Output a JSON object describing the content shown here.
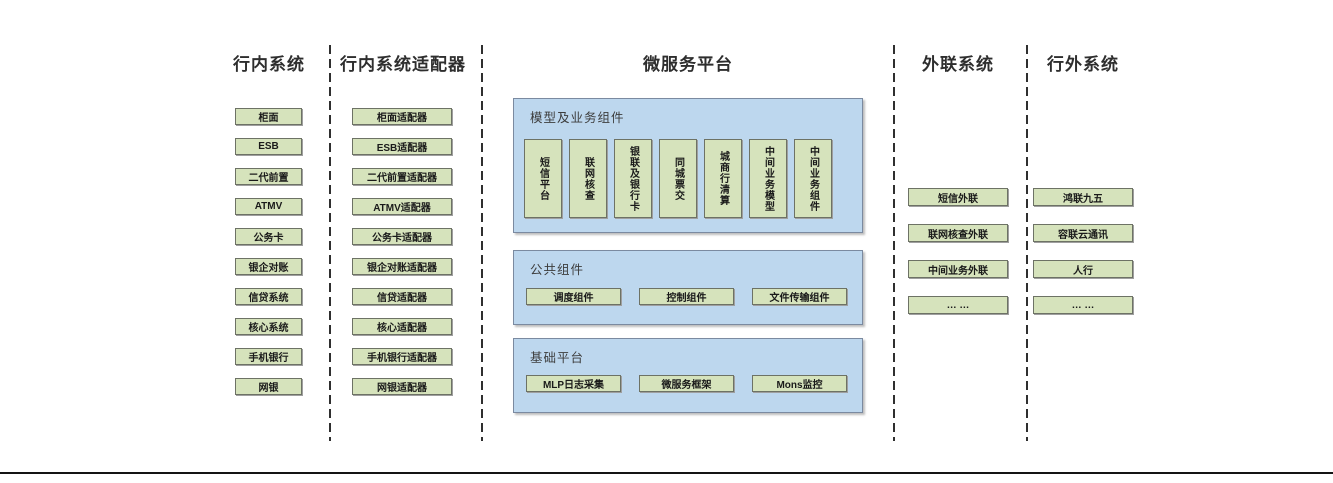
{
  "columns": [
    {
      "title": "行内系统",
      "items": [
        "柜面",
        "ESB",
        "二代前置",
        "ATMV",
        "公务卡",
        "银企对账",
        "信贷系统",
        "核心系统",
        "手机银行",
        "网银"
      ]
    },
    {
      "title": "行内系统适配器",
      "items": [
        "柜面适配器",
        "ESB适配器",
        "二代前置适配器",
        "ATMV适配器",
        "公务卡适配器",
        "银企对账适配器",
        "信贷适配器",
        "核心适配器",
        "手机银行适配器",
        "网银适配器"
      ]
    },
    {
      "title": "微服务平台",
      "sections": [
        {
          "title": "模型及业务组件",
          "items": [
            "短信平台",
            "联网核查",
            "银联及银行卡",
            "同城票交",
            "城商行清算",
            "中间业务模型",
            "中间业务组件"
          ]
        },
        {
          "title": "公共组件",
          "items": [
            "调度组件",
            "控制组件",
            "文件传输组件"
          ]
        },
        {
          "title": "基础平台",
          "items": [
            "MLP日志采集",
            "微服务框架",
            "Mons监控"
          ]
        }
      ]
    },
    {
      "title": "外联系统",
      "items": [
        "短信外联",
        "联网核查外联",
        "中间业务外联",
        "… …"
      ]
    },
    {
      "title": "行外系统",
      "items": [
        "鸿联九五",
        "容联云通讯",
        "人行",
        "… …"
      ]
    }
  ],
  "colors": {
    "box_fill": "#d6e3bc",
    "box_border": "#6d7265",
    "panel_fill": "#bdd7ee",
    "panel_border": "#7b8aa0",
    "title_text": "#2e2e2e",
    "box_text": "#1a1a1a"
  }
}
